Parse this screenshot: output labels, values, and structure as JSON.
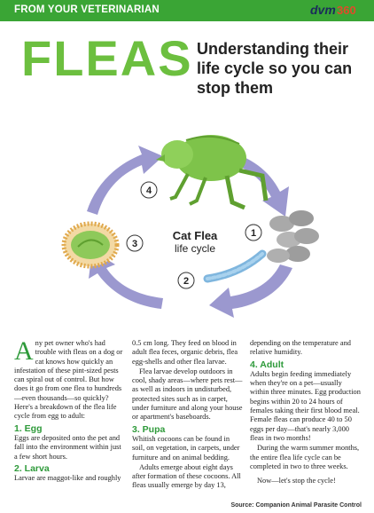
{
  "banner": {
    "text": "FROM YOUR VETERINARIAN",
    "color": "#3aa535"
  },
  "logo": {
    "brand": "dvm",
    "num": "360"
  },
  "title": {
    "main": "FLEAS",
    "subtitle": "Understanding their life cycle so you can stop them"
  },
  "cycle": {
    "label_1": "Cat Flea",
    "label_2": "life cycle",
    "stages": [
      "1",
      "2",
      "3",
      "4"
    ]
  },
  "article": {
    "intro_dropcap": "A",
    "intro": "ny pet owner who's had trouble with fleas on a dog or cat knows how quickly an infestation of these pint-sized pests can spiral out of control. But how does it go from one flea to hundreds—even thousands—so quickly? Here's a breakdown of the flea life cycle from egg to adult:",
    "s1_head": "1. Egg",
    "s1_text": "Eggs are deposited onto the pet and fall into the environment within just a few short hours.",
    "s2_head": "2. Larva",
    "s2_text_a": "Larvae are maggot-like and roughly",
    "s2_text_b": "0.5 cm long. They feed on blood in adult flea feces, organic debris, flea egg-shells and other flea larvae.",
    "s2_text_c": "Flea larvae develop outdoors in cool, shady areas—where pets rest—as well as indoors in undisturbed, protected sites such as in carpet, under furniture and along your house or apartment's baseboards.",
    "s3_head": "3. Pupa",
    "s3_text_a": "Whitish cocoons can be found in soil, on vegetation, in carpets, under furniture and on animal bedding.",
    "s3_text_b": "Adults emerge about eight days after formation of these cocoons. All fleas usually emerge by day 13,",
    "s3_text_c": "depending on the temperature and relative humidity.",
    "s4_head": "4. Adult",
    "s4_text_a": "Adults begin feeding immediately when they're on a pet—usually within three minutes. Egg production begins within 20 to 24 hours of females taking their first blood meal. Female fleas can produce 40 to 50 eggs per day—that's nearly 3,000 fleas in two months!",
    "s4_text_b": "During the warm summer months, the entire flea life cycle can be completed in two to three weeks.",
    "s4_text_c": "Now—let's stop the cycle!"
  },
  "source": "Source: Companion Animal Parasite Control"
}
